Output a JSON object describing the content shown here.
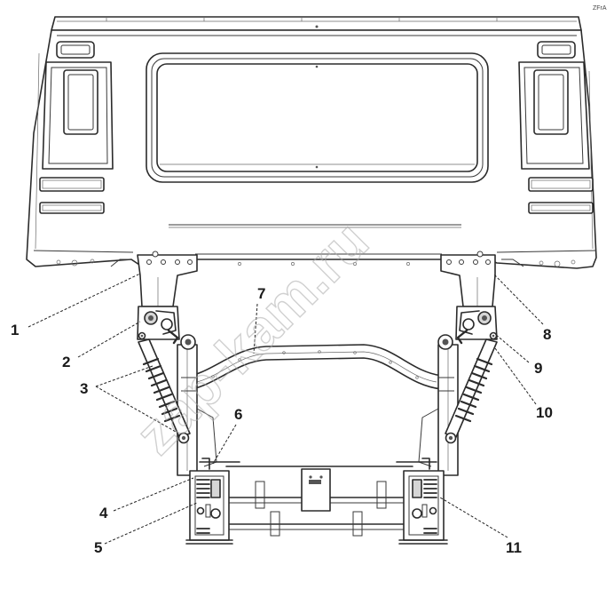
{
  "corner_mark": "ZFrA",
  "watermark": "zap-kam.ru",
  "callouts": [
    {
      "id": "1",
      "label": "1"
    },
    {
      "id": "2",
      "label": "2"
    },
    {
      "id": "3",
      "label": "3"
    },
    {
      "id": "4",
      "label": "4"
    },
    {
      "id": "5",
      "label": "5"
    },
    {
      "id": "6",
      "label": "6"
    },
    {
      "id": "7",
      "label": "7"
    },
    {
      "id": "8",
      "label": "8"
    },
    {
      "id": "9",
      "label": "9"
    },
    {
      "id": "10",
      "label": "10"
    },
    {
      "id": "11",
      "label": "11"
    }
  ]
}
